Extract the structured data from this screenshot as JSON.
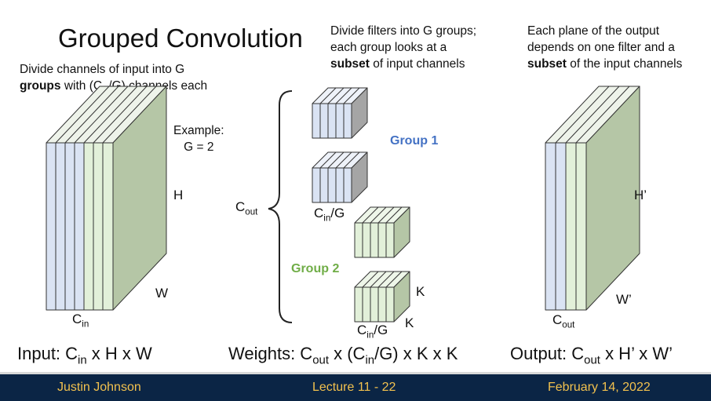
{
  "slide": {
    "title": "Grouped Convolution",
    "input_desc": {
      "line1": "Divide channels of input into G",
      "line2_bold": "groups",
      "line2_pre": " with (C",
      "line2_sub": "in",
      "line2_post": "/G) channels each"
    },
    "example": {
      "line1": "Example:",
      "line2": "G = 2"
    },
    "filter_desc": {
      "line1": "Divide filters into G groups;",
      "line2": "each group looks at a",
      "line3_bold": "subset",
      "line3_post": " of input channels"
    },
    "output_desc": {
      "line1": "Each plane of the output",
      "line2": "depends on one filter and a",
      "line3_bold": "subset",
      "line3_post": " of the input channels"
    },
    "labels": {
      "H": "H",
      "W": "W",
      "C": "C",
      "in": "in",
      "out": "out",
      "Cin_G": "/G",
      "K": "K",
      "H_prime": "H’",
      "W_prime": "W’"
    },
    "groups": {
      "group1": "Group 1",
      "group2": "Group 2"
    },
    "equations": {
      "input_pre": "Input: C",
      "input_sub": "in",
      "input_post": " x H x W",
      "weights_pre": "Weights: C",
      "weights_sub1": "out",
      "weights_mid": " x (C",
      "weights_sub2": "in",
      "weights_post": "/G) x K x K",
      "output_pre": "Output: C",
      "output_sub": "out",
      "output_post": " x H’ x W’"
    }
  },
  "footer": {
    "author": "Justin Johnson",
    "lecture": "Lecture 11 - 22",
    "date": "February 14, 2022"
  },
  "colors": {
    "blue_fill": "#dae3f3",
    "green_fill": "#e2f0d9",
    "green_side": "#b5c6a6",
    "blue_side": "#a5a5a5",
    "group1": "#4472c4",
    "group2": "#70ad47",
    "footer_bg": "#0b2545",
    "footer_text": "#f2c14e"
  }
}
